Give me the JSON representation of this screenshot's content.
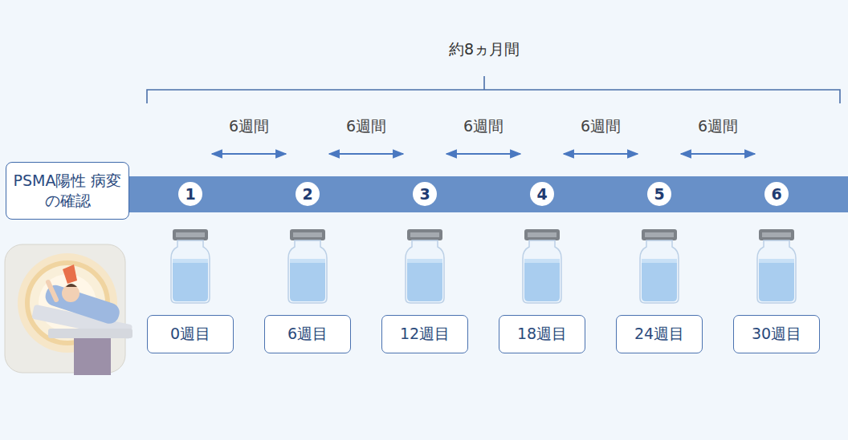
{
  "diagram": {
    "title": "約8ヵ月間",
    "nodes": [
      {
        "text": [
          "PSMA陽性 病変の確認"
        ]
      },
      {
        "text": [
          "1"
        ]
      },
      {
        "text": [
          "2"
        ]
      },
      {
        "text": [
          "3"
        ]
      },
      {
        "text": [
          "4"
        ]
      },
      {
        "text": [
          "5"
        ]
      },
      {
        "text": [
          "6"
        ]
      },
      {
        "text": [
          "0週目"
        ]
      },
      {
        "text": [
          "6週目"
        ]
      },
      {
        "text": [
          "12週目"
        ]
      },
      {
        "text": [
          "18週目"
        ]
      },
      {
        "text": [
          "24週目"
        ]
      },
      {
        "text": [
          "30週目"
        ]
      }
    ],
    "labels": [
      "6週間",
      "6週間",
      "6週間",
      "6週間",
      "6週間"
    ]
  }
}
